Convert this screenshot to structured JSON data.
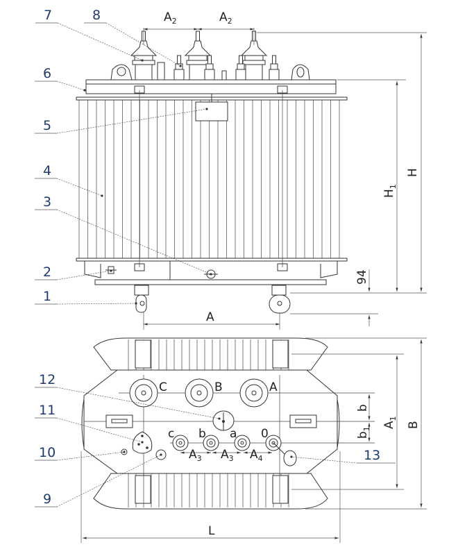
{
  "title": "Transformer general arrangement drawing",
  "callouts": [
    "1",
    "2",
    "3",
    "4",
    "5",
    "6",
    "7",
    "8",
    "9",
    "10",
    "11",
    "12",
    "13"
  ],
  "dimensions": {
    "A2": {
      "main": "A",
      "sub": "2"
    },
    "H": "H",
    "H1": {
      "main": "H",
      "sub": "1"
    },
    "gap": "94",
    "A": "A",
    "A1": {
      "main": "A",
      "sub": "1"
    },
    "A3": {
      "main": "A",
      "sub": "3"
    },
    "A4": {
      "main": "A",
      "sub": "4"
    },
    "B": "B",
    "b": "b",
    "b1": {
      "main": "b",
      "sub": "1"
    },
    "L": "L"
  },
  "terminals": {
    "hv": [
      "C",
      "B",
      "A"
    ],
    "lv": [
      "c",
      "b",
      "a",
      "0"
    ]
  },
  "colors": {
    "callout": "#1e3a6e",
    "line": "#333333"
  }
}
